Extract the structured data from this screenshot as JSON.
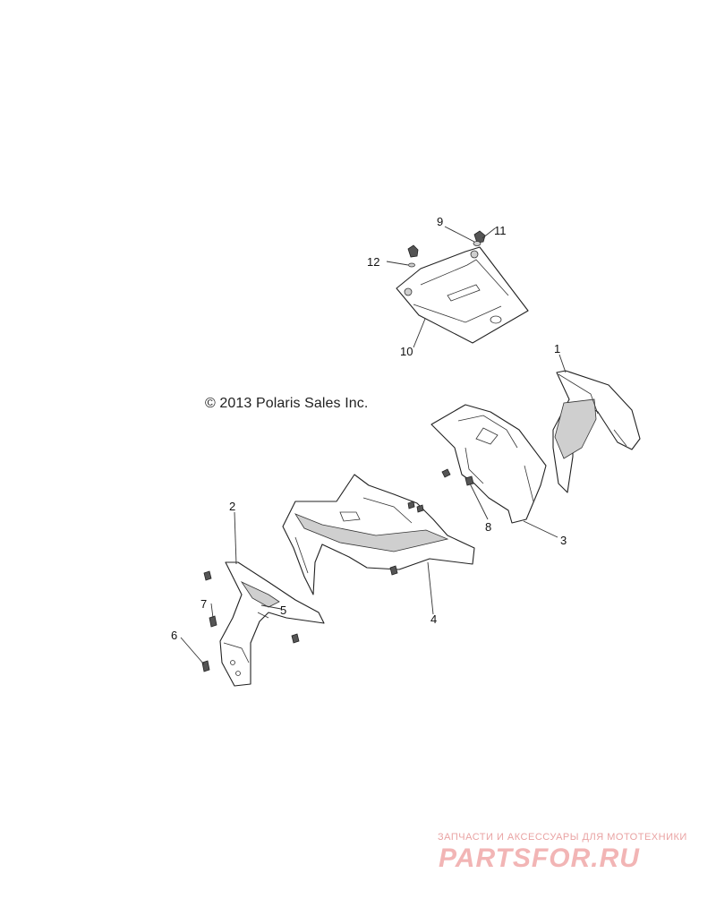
{
  "copyright": "© 2013 Polaris Sales Inc.",
  "callouts": {
    "c1": "1",
    "c2": "2",
    "c3": "3",
    "c4": "4",
    "c5": "5",
    "c6": "6",
    "c7": "7",
    "c8": "8",
    "c9": "9",
    "c10": "10",
    "c11": "11",
    "c12": "12"
  },
  "watermark": {
    "tagline": "ЗАПЧАСТИ И АКСЕССУАРЫ ДЛЯ МОТОТЕХНИКИ",
    "logo": "PARTSFOR.RU"
  },
  "colors": {
    "line": "#222222",
    "watermark": "#f2b5b5"
  }
}
